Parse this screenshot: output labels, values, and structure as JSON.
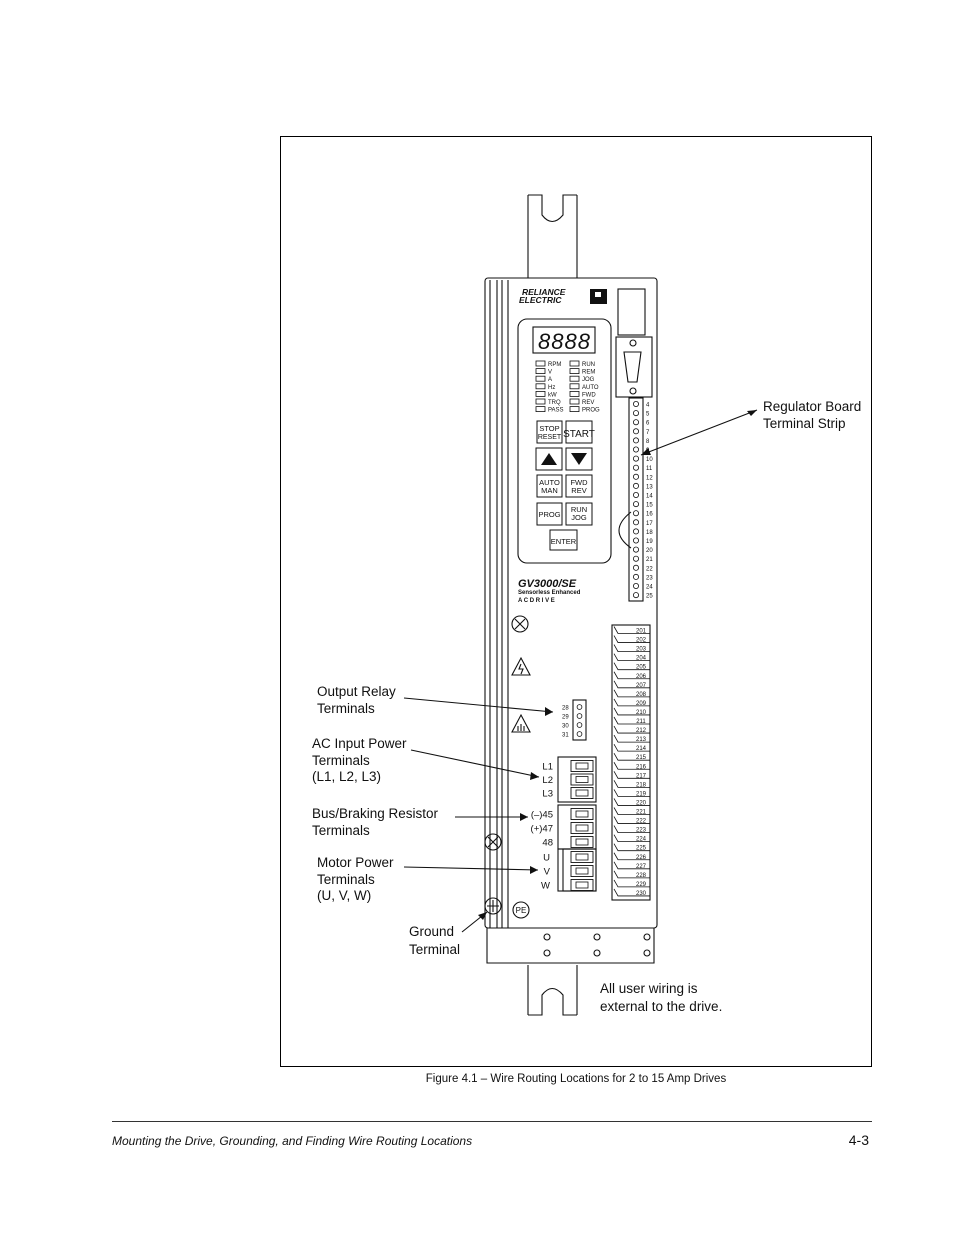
{
  "figure": {
    "caption": "Figure 4.1 – Wire Routing Locations for 2 to 15 Amp Drives",
    "drive": {
      "brand_line1": "RELIANCE",
      "brand_line2": "ELECTRIC",
      "display_digits": "8888",
      "leds_left": [
        "RPM",
        "V",
        "A",
        "Hz",
        "kW",
        "TRQ",
        "PASS"
      ],
      "leds_right": [
        "RUN",
        "REM",
        "JOG",
        "AUTO",
        "FWD",
        "REV",
        "PROG"
      ],
      "buttons": {
        "stop_reset_1": "STOP",
        "stop_reset_2": "RESET",
        "start": "START",
        "auto_man_1": "AUTO",
        "auto_man_2": "MAN",
        "fwd_rev_1": "FWD",
        "fwd_rev_2": "REV",
        "prog": "PROG",
        "run_jog_1": "RUN",
        "run_jog_2": "JOG",
        "enter": "ENTER"
      },
      "model": "GV3000/SE",
      "model_sub1": "Sensorless Enhanced",
      "model_sub2": "A C   D R I V E",
      "regulator_terminals": [
        "4",
        "5",
        "6",
        "7",
        "8",
        "9",
        "10",
        "11",
        "12",
        "13",
        "14",
        "15",
        "16",
        "17",
        "18",
        "19",
        "20",
        "21",
        "22",
        "23",
        "24",
        "25"
      ],
      "relay_terminals": [
        "28",
        "29",
        "30",
        "31"
      ],
      "ac_input": [
        "L1",
        "L2",
        "L3"
      ],
      "bus_terminals": [
        "(–)45",
        "(+)47",
        "48"
      ],
      "motor_terminals": [
        "U",
        "V",
        "W"
      ],
      "pe": "PE",
      "io_terminals": [
        "201",
        "202",
        "203",
        "204",
        "205",
        "206",
        "207",
        "208",
        "209",
        "210",
        "211",
        "212",
        "213",
        "214",
        "215",
        "216",
        "217",
        "218",
        "219",
        "220",
        "221",
        "222",
        "223",
        "224",
        "225",
        "226",
        "227",
        "228",
        "229",
        "230"
      ]
    },
    "callouts": {
      "regulator_1": "Regulator Board",
      "regulator_2": "Terminal Strip",
      "relay_1": "Output Relay",
      "relay_2": "Terminals",
      "ac_1": "AC Input Power",
      "ac_2": "Terminals",
      "ac_3": "(L1, L2, L3)",
      "bus_1": "Bus/Braking Resistor",
      "bus_2": "Terminals",
      "motor_1": "Motor Power",
      "motor_2": "Terminals",
      "motor_3": "(U, V, W)",
      "ground_1": "Ground",
      "ground_2": "Terminal",
      "wiring_1": "All user wiring is",
      "wiring_2": "external to the drive."
    }
  },
  "footer": {
    "chapter": "Mounting the Drive, Grounding, and Finding Wire Routing Locations",
    "page": "4-3"
  }
}
